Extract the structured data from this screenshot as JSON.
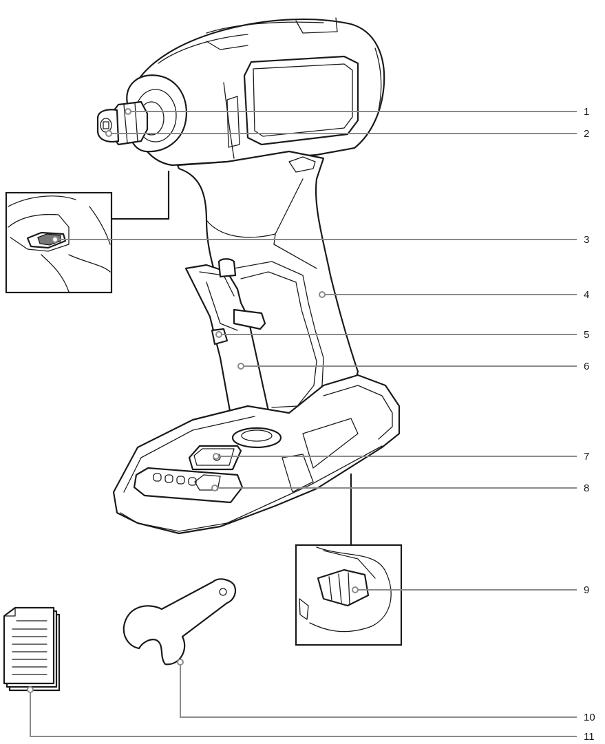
{
  "callouts": [
    {
      "label": "1"
    },
    {
      "label": "2"
    },
    {
      "label": "3"
    },
    {
      "label": "4"
    },
    {
      "label": "5"
    },
    {
      "label": "6"
    },
    {
      "label": "7"
    },
    {
      "label": "8"
    },
    {
      "label": "9"
    },
    {
      "label": "10"
    },
    {
      "label": "11"
    }
  ],
  "colors": {
    "line": "#1a1a1a",
    "leader": "#8a8a8a",
    "button_fill": "#777777"
  }
}
